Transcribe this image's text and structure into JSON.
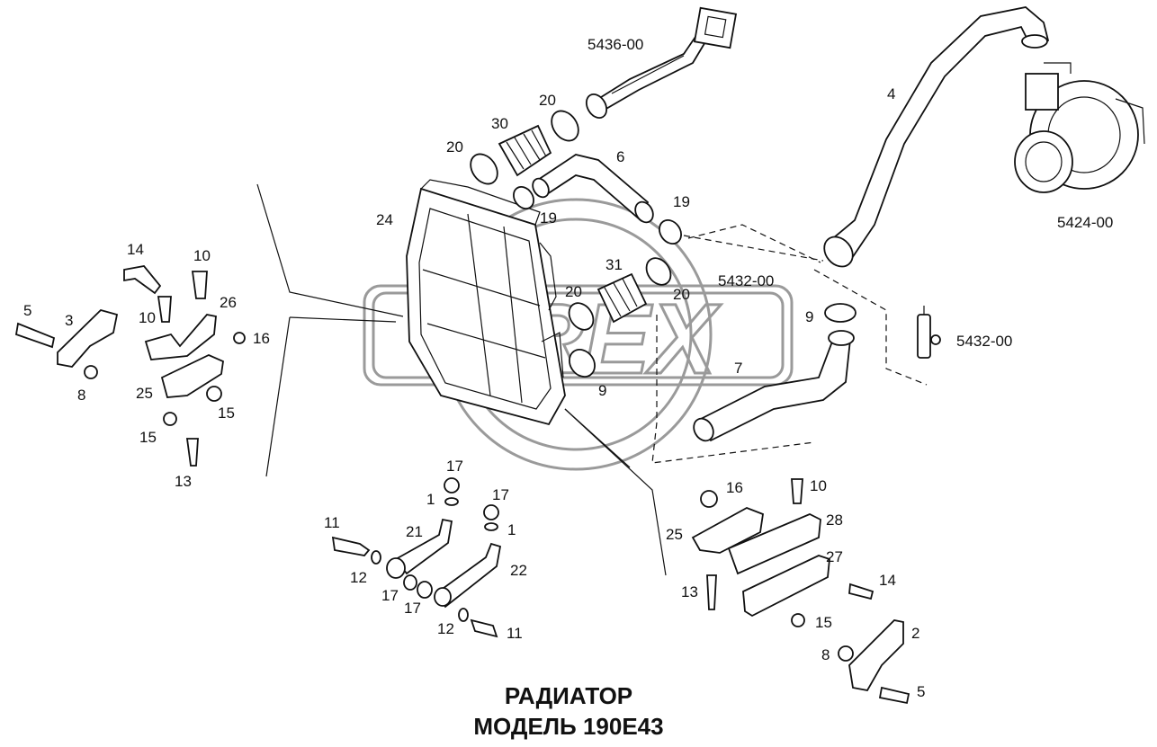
{
  "title": {
    "line1": "РАДИАТОР",
    "line2": "МОДЕЛЬ 190E43"
  },
  "watermark": "OREX",
  "colors": {
    "ink": "#111111",
    "watermark": "#9a9a9a",
    "background": "#ffffff"
  },
  "labels": {
    "l5436": "5436-00",
    "l20a": "20",
    "l30": "30",
    "l20b": "20",
    "l6": "6",
    "l4": "4",
    "l19a": "19",
    "l19b": "19",
    "l24": "24",
    "l5424": "5424-00",
    "l31": "31",
    "l20c": "20",
    "l20d": "20",
    "l5432a": "5432-00",
    "l9a": "9",
    "l5432b": "5432-00",
    "l7": "7",
    "l9b": "9",
    "l14a": "14",
    "l10a": "10",
    "l26": "26",
    "l5a": "5",
    "l3": "3",
    "l10b": "10",
    "l16a": "16",
    "l8a": "8",
    "l25a": "25",
    "l15a": "15",
    "l15b": "15",
    "l13a": "13",
    "l17a": "17",
    "l1a": "1",
    "l17b": "17",
    "l1b": "1",
    "l11a": "11",
    "l21": "21",
    "l12a": "12",
    "l22": "22",
    "l17c": "17",
    "l17d": "17",
    "l12b": "12",
    "l11b": "11",
    "l16b": "16",
    "l10c": "10",
    "l25b": "25",
    "l28": "28",
    "l27": "27",
    "l14b": "14",
    "l13b": "13",
    "l15c": "15",
    "l2": "2",
    "l8b": "8",
    "l5b": "5"
  }
}
